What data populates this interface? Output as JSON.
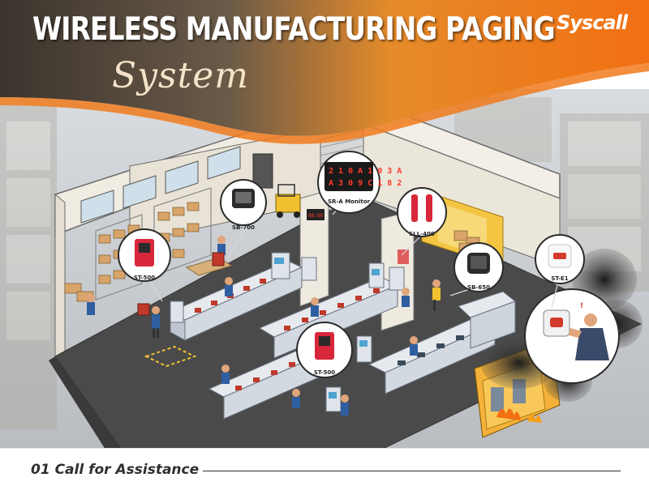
{
  "header": {
    "title": "WIRELESS MANUFACTURING PAGING",
    "subtitle": "System",
    "brand": "Syscall"
  },
  "devices": {
    "sb700": "SB-700",
    "sra_monitor": "SR-A Monitor",
    "sll400": "SLL-400",
    "st500_left": "ST-500",
    "sb650": "SB-650",
    "ste1": "ST-E1",
    "st500_center": "ST-500"
  },
  "monitor_readout": {
    "line1": "2 1 0 A   1 0 3 A",
    "line2": "A 3 0 9   C 1 8 2"
  },
  "footer": {
    "caption": "01 Call for Assistance"
  },
  "colors": {
    "orange_accent": "#f07a1c",
    "header_dark": "#3a3028",
    "footer_text": "#2f2f2f",
    "floor": "#4a4a4a",
    "wall": "#ece8de"
  }
}
